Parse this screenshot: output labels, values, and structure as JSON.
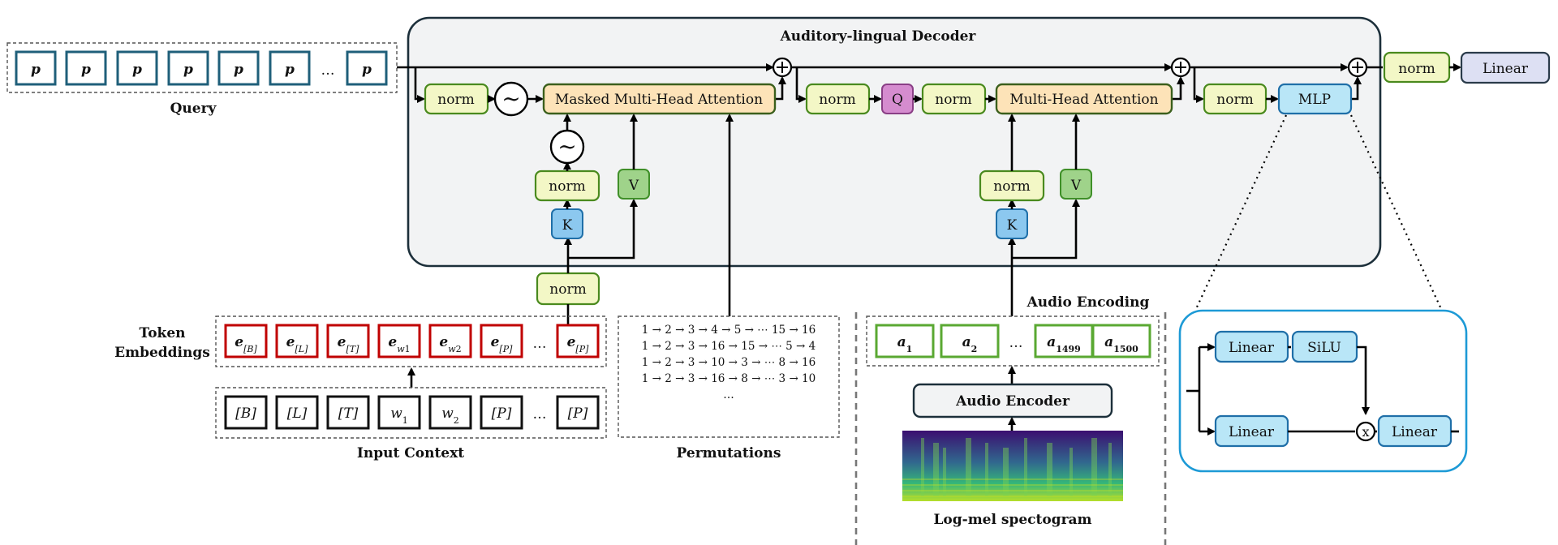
{
  "decoder": {
    "title": "Auditory-lingual Decoder"
  },
  "query": {
    "label": "Query",
    "token": "p",
    "ellipsis": "…",
    "count_visible": 7
  },
  "blocks": {
    "norm": "norm",
    "tilde": "~",
    "masked_mha": "Masked Multi-Head Attention",
    "mha": "Multi-Head Attention",
    "q": "Q",
    "k": "K",
    "v": "V",
    "mlp": "MLP",
    "linear": "Linear",
    "silu": "SiLU",
    "times": "x"
  },
  "token_embeddings": {
    "label_line1": "Token",
    "label_line2": "Embeddings",
    "base": "e",
    "subscripts": [
      "[B]",
      "[L]",
      "[T]",
      "w1",
      "w2",
      "[P]",
      "…",
      "[P]"
    ],
    "ellipsis": "…"
  },
  "input_context": {
    "label": "Input Context",
    "tokens": [
      "[B]",
      "[L]",
      "[T]",
      "w1",
      "w2",
      "[P]",
      "…",
      "[P]"
    ]
  },
  "permutations": {
    "label": "Permutations",
    "rows": [
      "1 → 2 → 3 → 4 → 5 → ⋯ 15 → 16",
      "1 → 2 → 3 → 16 → 15 → ⋯ 5 → 4",
      "1 → 2 → 3 → 10 → 3 → ⋯ 8 → 16",
      "1 → 2 → 3 → 16 → 8 → ⋯ 3 → 10",
      "…"
    ]
  },
  "audio": {
    "encoding_label": "Audio Encoding",
    "base": "a",
    "subscripts": [
      "1",
      "2",
      "…",
      "1499",
      "1500"
    ],
    "encoder": "Audio Encoder",
    "spectrogram_label": "Log-mel spectogram"
  },
  "colors": {
    "query_border": "#1f5f7a",
    "embed_border": "#c00000",
    "norm_fill": "#f3f7c6",
    "norm_border": "#4a8a1e",
    "attn_fill": "#fde3b8",
    "attn_border": "#3b5f1c",
    "q_fill": "#d58ccf",
    "k_fill": "#8cc8ef",
    "v_fill": "#9fd38a",
    "mlp_fill": "#b9e6f7",
    "audio_border": "#5aa832",
    "linear_out_fill": "#dde0f3",
    "zoom_border": "#1d9ad6"
  }
}
